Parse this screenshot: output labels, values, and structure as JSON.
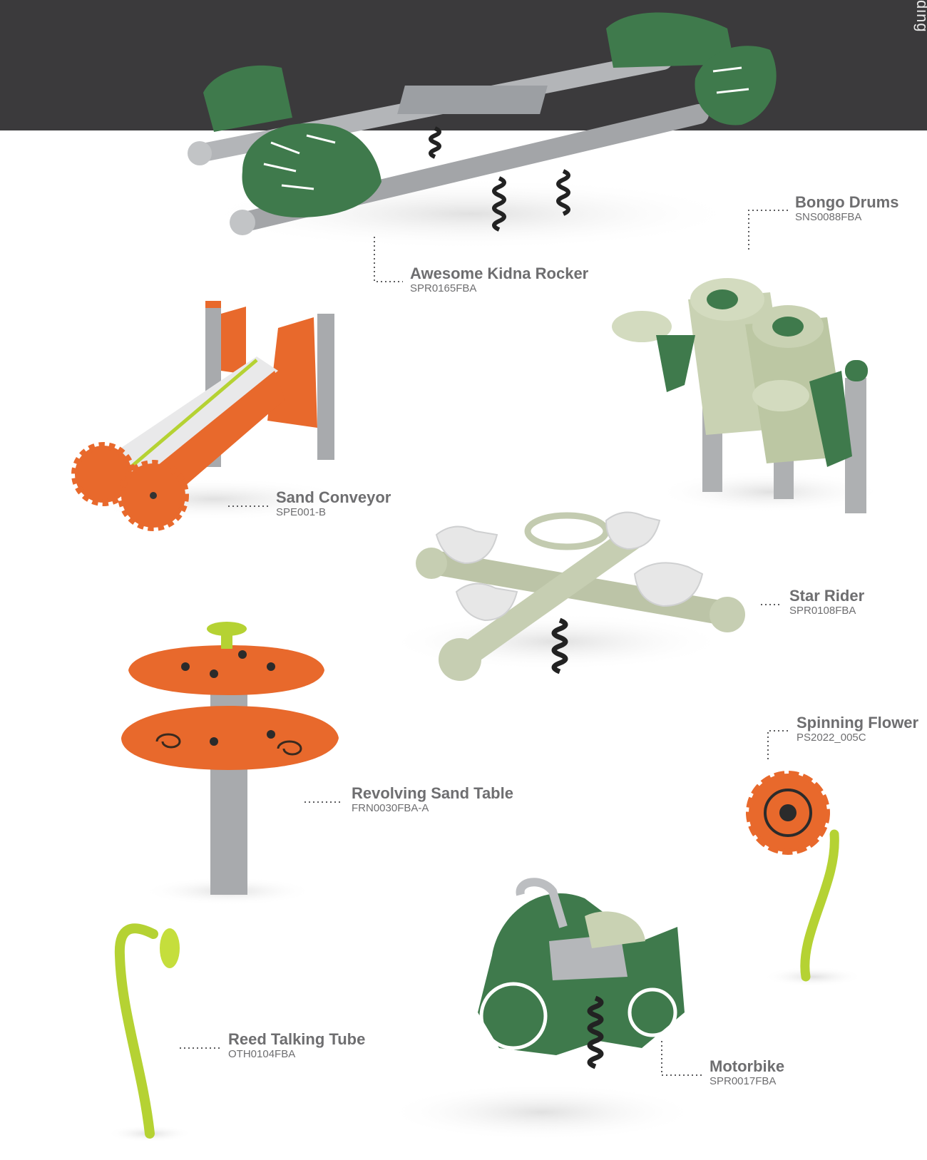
{
  "edge_tab": {
    "text": "ding"
  },
  "products": [
    {
      "id": "awesome-kidna-rocker",
      "name": "Awesome Kidna Rocker",
      "code": "SPR0165FBA"
    },
    {
      "id": "bongo-drums",
      "name": "Bongo Drums",
      "code": "SNS0088FBA"
    },
    {
      "id": "sand-conveyor",
      "name": "Sand Conveyor",
      "code": "SPE001-B"
    },
    {
      "id": "star-rider",
      "name": "Star Rider",
      "code": "SPR0108FBA"
    },
    {
      "id": "spinning-flower",
      "name": "Spinning Flower",
      "code": "PS2022_005C"
    },
    {
      "id": "revolving-sand-table",
      "name": "Revolving Sand Table",
      "code": "FRN0030FBA-A"
    },
    {
      "id": "reed-talking-tube",
      "name": "Reed Talking Tube",
      "code": "OTH0104FBA"
    },
    {
      "id": "motorbike",
      "name": "Motorbike",
      "code": "SPR0017FBA"
    }
  ],
  "colors": {
    "header": "#3b3a3c",
    "label_text": "#6e6e70",
    "equipment_green": "#3f7a4c",
    "equipment_orange": "#e8692c",
    "equipment_lime": "#b5d233",
    "equipment_sage": "#b9c6a6",
    "equipment_grey": "#a8aaad"
  }
}
